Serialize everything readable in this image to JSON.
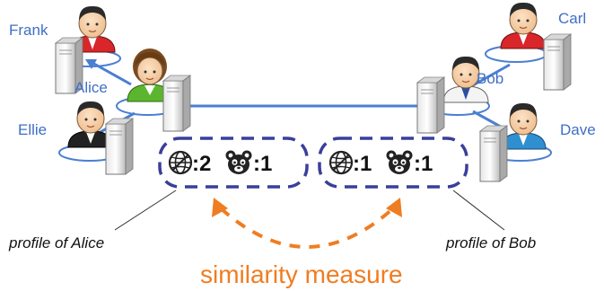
{
  "users": {
    "frank": "Frank",
    "alice": "Alice",
    "ellie": "Ellie",
    "carl": "Carl",
    "bob": "Bob",
    "dave": "Dave"
  },
  "profiles": {
    "alice": {
      "globe_count": ":2",
      "bear_count": ":1",
      "caption": "profile of Alice"
    },
    "bob": {
      "globe_count": ":1",
      "bear_count": ":1",
      "caption": "profile of Bob"
    }
  },
  "similarity_label": "similarity measure",
  "colors": {
    "link": "#4a7fd1",
    "profile_box": "#3a3f9a",
    "arrow": "#ef7d22",
    "label": "#3f6fc6"
  }
}
